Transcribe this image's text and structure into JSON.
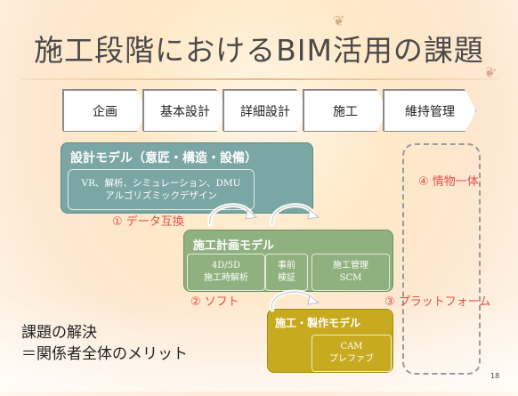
{
  "title": "施工段階におけるBIM活用の課題",
  "phases": [
    "企画",
    "基本設計",
    "詳細設計",
    "施工",
    "維持管理"
  ],
  "design_model": {
    "heading": "設計モデル（意匠・構造・設備）",
    "sub_line1": "VR、解析、シミュレーション、DMU",
    "sub_line2": "アルゴリズミックデザイン"
  },
  "plan_model": {
    "heading": "施工計画モデル",
    "cells": [
      {
        "line1": "4D/5D",
        "line2": "施工時解析"
      },
      {
        "line1": "事前",
        "line2": "検証"
      },
      {
        "line1": "施工管理",
        "line2": "SCM"
      }
    ]
  },
  "mfg_model": {
    "heading": "施工・製作モデル",
    "sub_line1": "CAM",
    "sub_line2": "プレファブ"
  },
  "labels": {
    "data_exchange": "① データ互換",
    "software": "② ソフト",
    "platform": "③ プラットフォーム",
    "info_object": "④ 情物一体"
  },
  "summary": {
    "line1": "課題の解決",
    "line2": "＝関係者全体のメリット"
  },
  "page_number": "18",
  "colors": {
    "design": "#7aa6a4",
    "plan": "#8fb07f",
    "mfg": "#c8aa21",
    "accent_red": "#e0504a"
  }
}
